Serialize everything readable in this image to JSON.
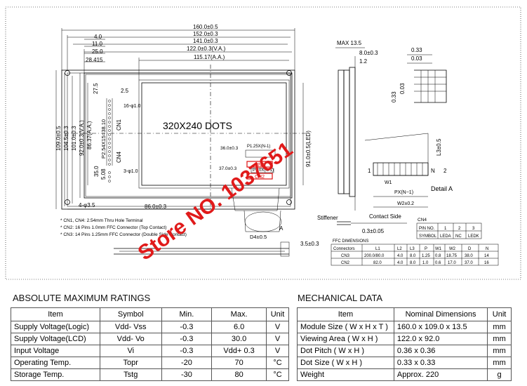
{
  "drawing": {
    "top_dims": [
      "160.0±0.5",
      "152.0±0.3",
      "141.0±0.3",
      "122.0±0.3(V.A.)",
      "115.17(A.A.)"
    ],
    "left_dims": [
      "4.0",
      "11.0",
      "25.0",
      "28.415"
    ],
    "vert_dims": [
      "109.0±0.5",
      "104.5±0.3",
      "101.0±0.3",
      "92.0±0.3(V.A.)",
      "86.37(A.A.)"
    ],
    "side_label_27": "27.5",
    "label_2_5": "2.5",
    "label_16_phi": "16-φ1.0",
    "label_pitch": "P2.54X15=38.10",
    "label_cn1": "CN1",
    "label_cn4": "CN4",
    "label_35": "35.0",
    "label_5_08": "5.08",
    "label_3_phi": "3-φ1.0",
    "dots_label": "320X240  DOTS",
    "label_36": "36.0±0.3",
    "label_37": "37.0±0.3",
    "label_p125": "P1.25X(N-1)",
    "label_p1": "P1.0X(N-1)",
    "label_cn3": "CN3",
    "label_cn2": "CN2",
    "label_91": "91.0±0.5(LED)",
    "label_4phi": "4-φ3.5",
    "label_86": "86.0±0.3",
    "notes": [
      "* CN1, CN4: 2.54mm Thru Hole Terminal",
      "* CN2: 16 Pins 1.0mm FFC Connector (Top Contact)",
      "* CN3: 14 Pins 1.25mm FFC Connector (Double Side Contact)"
    ],
    "max_label": "MAX  13.5",
    "label_8": "8.0±0.3",
    "label_1_2": "1.2",
    "label_d4": "D4±0.5",
    "label_a": "A",
    "label_3_5": "3.5±0.3",
    "dot_033": "0.33",
    "dot_003": "0.03",
    "stiffener": "Stiffener",
    "contact_side": "Contact  Side",
    "label_03": "0.3±0.05",
    "label_l3": "L3±0.5",
    "label_n": "N",
    "label_2": "2",
    "label_1": "1",
    "label_w1": "W1",
    "label_px": "PX(N−1)",
    "label_w2": "W2±0.2",
    "detail_a": "Detail  A",
    "cn4_table": {
      "title": "CN4",
      "header": [
        "PIN  NO.",
        "1",
        "2",
        "3"
      ],
      "row": [
        "SYMBOL",
        "LEDA",
        "NC",
        "LEDK"
      ]
    },
    "ffc_table": {
      "title": "FFC  DIMENSIONS",
      "header": [
        "Connectors",
        "L1",
        "L2",
        "L3",
        "P",
        "W1",
        "W2",
        "D",
        "N"
      ],
      "rows": [
        [
          "CN3",
          "200.0/80.0",
          "4.0",
          "8.0",
          "1.25",
          "0.8",
          "18.75",
          "38.0",
          "14"
        ],
        [
          "CN2",
          "82.0",
          "4.0",
          "8.0",
          "1.0",
          "0.6",
          "17.0",
          "37.0",
          "16"
        ]
      ]
    },
    "watermark": "Store  NO.  1037651"
  },
  "abs_max": {
    "title": "ABSOLUTE MAXIMUM RATINGS",
    "headers": [
      "Item",
      "Symbol",
      "Min.",
      "Max.",
      "Unit"
    ],
    "rows": [
      [
        "Supply Voltage(Logic)",
        "Vdd- Vss",
        "-0.3",
        "6.0",
        "V"
      ],
      [
        "Supply Voltage(LCD)",
        "Vdd- Vo",
        "-0.3",
        "30.0",
        "V"
      ],
      [
        "Input  Voltage",
        "Vi",
        "-0.3",
        "Vdd+ 0.3",
        "V"
      ],
      [
        "Operating Temp.",
        "Topr",
        "-20",
        "70",
        "°C"
      ],
      [
        "Storage Temp.",
        "Tstg",
        "-30",
        "80",
        "°C"
      ]
    ]
  },
  "mech": {
    "title": "MECHANICAL DATA",
    "headers": [
      "Item",
      "Nominal Dimensions",
      "Unit"
    ],
    "rows": [
      [
        "Module Size ( W x H x T )",
        "160.0 x 109.0 x 13.5",
        "mm"
      ],
      [
        "Viewing Area ( W x H )",
        "122.0 x 92.0",
        "mm"
      ],
      [
        "Dot Pitch ( W x H )",
        "0.36 x 0.36",
        "mm"
      ],
      [
        "Dot Size ( W x H )",
        "0.33 x 0.33",
        "mm"
      ],
      [
        "Weight",
        "Approx.  220",
        "g"
      ]
    ]
  }
}
